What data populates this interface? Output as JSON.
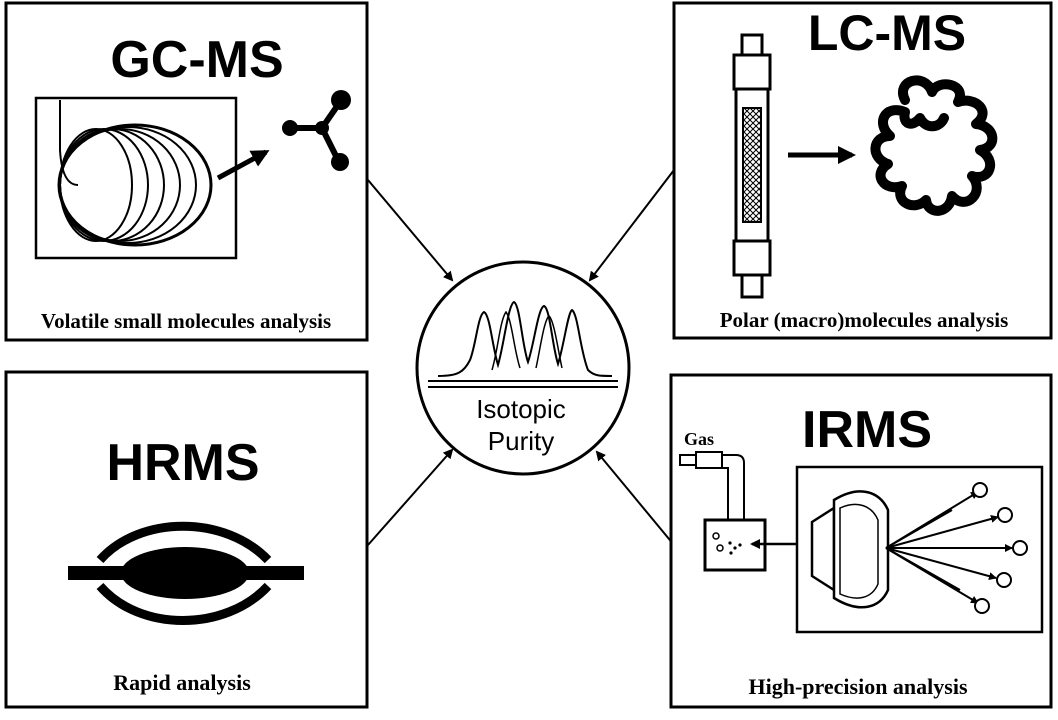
{
  "center": {
    "label_line1": "Isotopic",
    "label_line2": "Purity"
  },
  "panels": {
    "gcms": {
      "title": "GC-MS",
      "caption": "Volatile small molecules analysis"
    },
    "lcms": {
      "title": "LC-MS",
      "caption": "Polar (macro)molecules analysis"
    },
    "hrms": {
      "title": "HRMS",
      "caption": "Rapid analysis"
    },
    "irms": {
      "title": "IRMS",
      "caption": "High-precision analysis",
      "gas_label": "Gas"
    }
  },
  "colors": {
    "stroke": "#000000",
    "background": "#ffffff"
  }
}
